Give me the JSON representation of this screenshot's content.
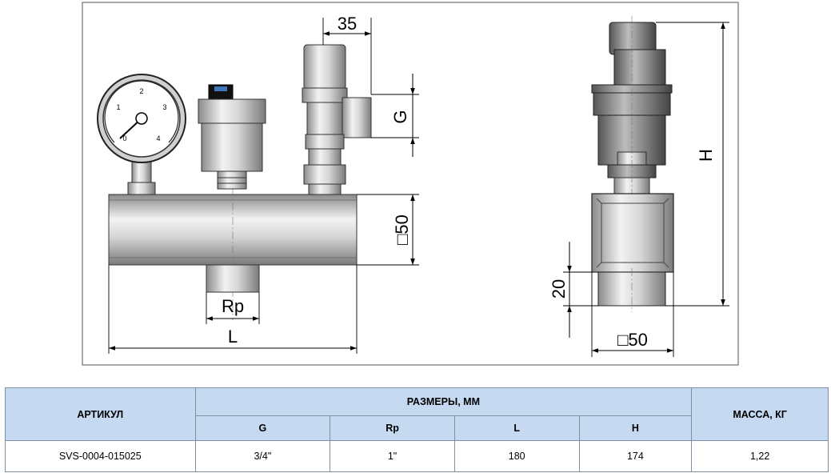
{
  "drawing": {
    "labels": {
      "spacing": "35",
      "thread_g": "G",
      "square_left": "□50",
      "rp": "Rp",
      "length": "L",
      "height": "H",
      "offset": "20",
      "square_bottom": "□50"
    },
    "gauge_scale": [
      "0",
      "1",
      "2",
      "3",
      "4"
    ]
  },
  "table": {
    "headers": {
      "article": "АРТИКУЛ",
      "dimensions": "РАЗМЕРЫ, ММ",
      "mass": "МАССА, КГ",
      "g": "G",
      "rp": "Rp",
      "l": "L",
      "h": "H"
    },
    "row": {
      "article": "SVS-0004-015025",
      "g": "3/4\"",
      "rp": "1\"",
      "l": "180",
      "h": "174",
      "mass": "1,22"
    }
  }
}
